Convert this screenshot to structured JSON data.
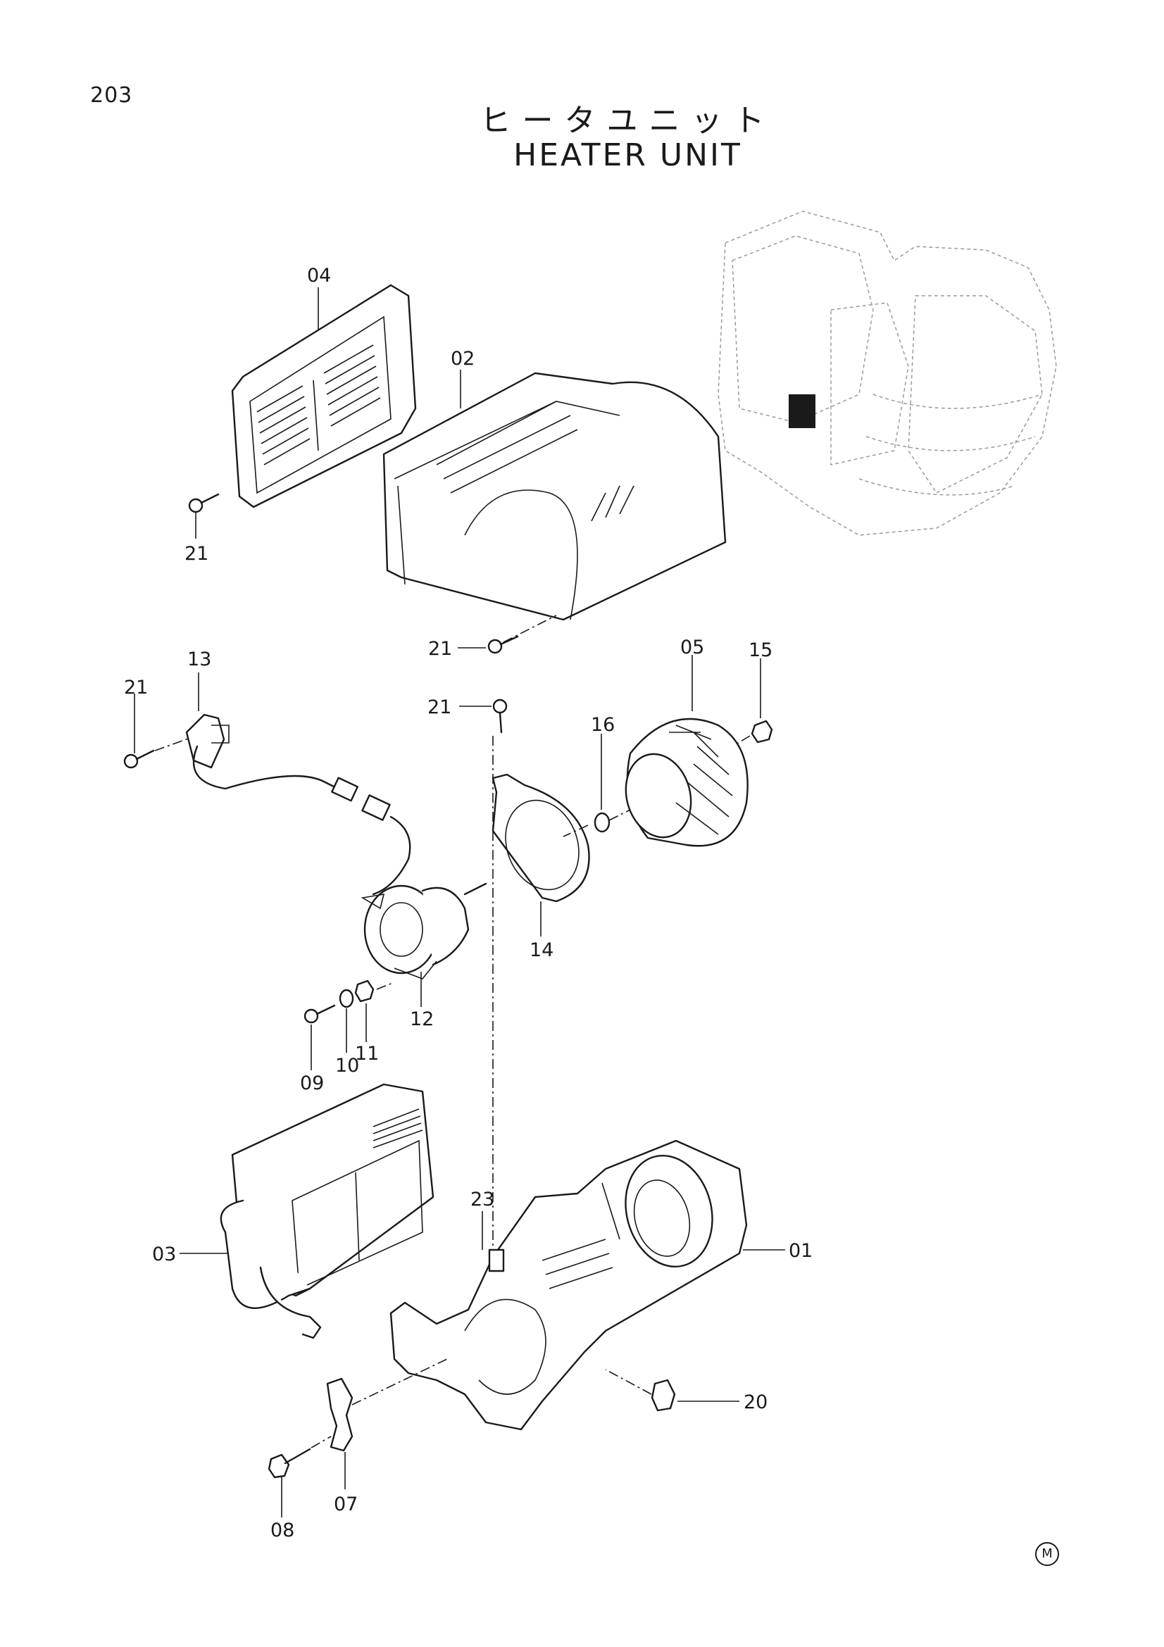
{
  "page_number": "203",
  "title_jp": "ヒータユニット",
  "title_en": "HEATER UNIT",
  "corner_mark": "M",
  "callouts": {
    "c01": "01",
    "c02": "02",
    "c03": "03",
    "c04": "04",
    "c05": "05",
    "c07": "07",
    "c08": "08",
    "c09": "09",
    "c10": "10",
    "c11": "11",
    "c12": "12",
    "c13": "13",
    "c14": "14",
    "c15": "15",
    "c16": "16",
    "c20": "20",
    "c21a": "21",
    "c21b": "21",
    "c21c": "21",
    "c21d": "21",
    "c23": "23"
  }
}
